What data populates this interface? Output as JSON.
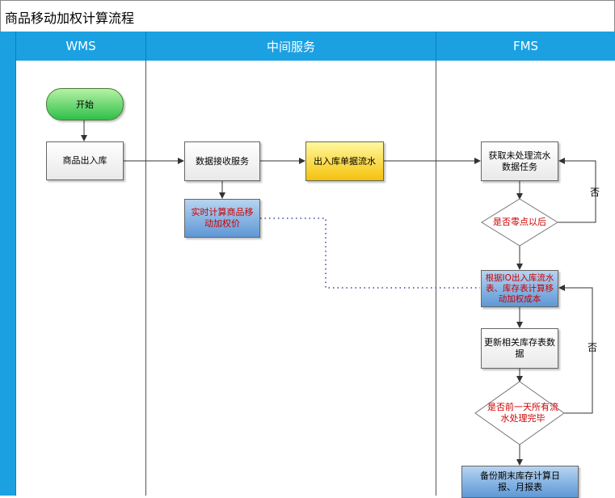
{
  "title": "商品移动加权计算流程",
  "lanes": [
    {
      "name": "WMS"
    },
    {
      "name": "中间服务"
    },
    {
      "name": "FMS"
    }
  ],
  "nodes": {
    "start": "开始",
    "goods_io": "商品出入库",
    "data_receive": "数据接收服务",
    "io_flow": "出入库单据流水",
    "realtime_calc": "实时计算商品移动加权价",
    "fetch_task": "获取未处理流水数据任务",
    "after_midnight": "是否零点以后",
    "calc_cost": "根据IO出入库流水表、库存表计算移动加权成本",
    "update_stock": "更新相关库存表数据",
    "all_processed": "是否前一天所有流水处理完毕",
    "backup": "备份期末库存计算日报、月报表"
  },
  "edge_labels": {
    "no1": "否",
    "no2": "否"
  },
  "colors": {
    "lane_header": "#1ba1e2",
    "decision_text": "#cc0000"
  }
}
